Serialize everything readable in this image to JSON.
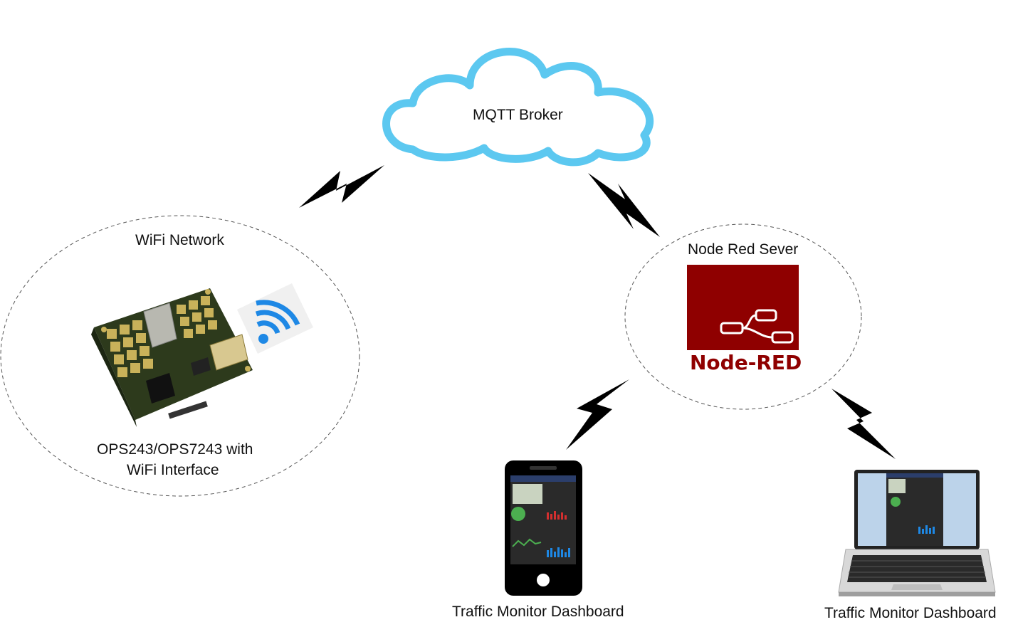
{
  "labels": {
    "mqtt_broker": "MQTT Broker",
    "wifi_network": "WiFi Network",
    "sensor_line1": "OPS243/OPS7243 with",
    "sensor_line2": "WiFi Interface",
    "node_red_server": "Node Red Sever",
    "node_red_logo_text": "Node-RED",
    "phone_caption": "Traffic Monitor Dashboard",
    "laptop_caption": "Traffic Monitor Dashboard"
  },
  "icons": {
    "cloud": "cloud-icon",
    "lightning": "lightning-bolt-icon",
    "wifi": "wifi-signal-icon",
    "board": "radar-sensor-board",
    "node_red": "node-red-logo",
    "phone": "smartphone-icon",
    "laptop": "laptop-icon"
  },
  "colors": {
    "cloud_stroke": "#5cc8f0",
    "node_red_red": "#8f0000",
    "wifi_blue": "#1e88e5",
    "bolt": "#000000",
    "pcb_green": "#2d3a1c",
    "antenna_gold": "#c9b25a"
  }
}
